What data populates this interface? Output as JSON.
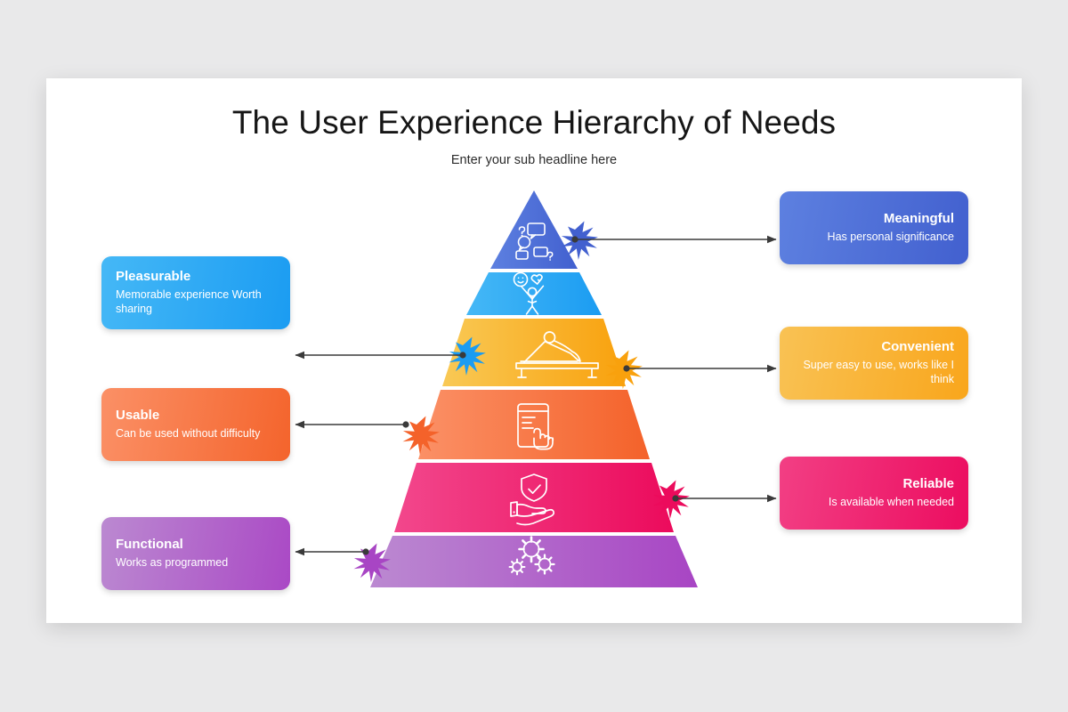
{
  "slide": {
    "title": "The User Experience Hierarchy of Needs",
    "subtitle": "Enter your sub headline here"
  },
  "pyramid": {
    "levels": [
      {
        "id": "meaningful",
        "rank": 1,
        "icon": "speech-bubbles-question-icon",
        "color_start": "#5d80e0",
        "color_end": "#4260cf",
        "side": "right"
      },
      {
        "id": "pleasurable",
        "rank": 2,
        "icon": "person-smiley-heart-icon",
        "color_start": "#45b8f6",
        "color_end": "#1b9cf2",
        "side": "left"
      },
      {
        "id": "convenient",
        "rank": 3,
        "icon": "lounge-chair-relax-icon",
        "color_start": "#f9c254",
        "color_end": "#f9a61c",
        "side": "right"
      },
      {
        "id": "usable",
        "rank": 4,
        "icon": "phone-tap-hand-icon",
        "color_start": "#fb9066",
        "color_end": "#f4642c",
        "side": "left"
      },
      {
        "id": "reliable",
        "rank": 5,
        "icon": "shield-check-hand-icon",
        "color_start": "#f23f84",
        "color_end": "#ec0d60",
        "side": "right"
      },
      {
        "id": "functional",
        "rank": 6,
        "icon": "gears-icon",
        "color_start": "#bb89d1",
        "color_end": "#aa49c5",
        "side": "left"
      }
    ],
    "connector_color": "#3a3a3a",
    "burst_marker": "starburst-with-dot"
  },
  "cards": {
    "meaningful": {
      "title": "Meaningful",
      "desc": "Has personal significance"
    },
    "convenient": {
      "title": "Convenient",
      "desc": "Super easy to use, works like I think"
    },
    "reliable": {
      "title": "Reliable",
      "desc": "Is available when needed"
    },
    "pleasurable": {
      "title": "Pleasurable",
      "desc": "Memorable experience Worth sharing"
    },
    "usable": {
      "title": "Usable",
      "desc": "Can be used without difficulty"
    },
    "functional": {
      "title": "Functional",
      "desc": "Works as programmed"
    }
  }
}
